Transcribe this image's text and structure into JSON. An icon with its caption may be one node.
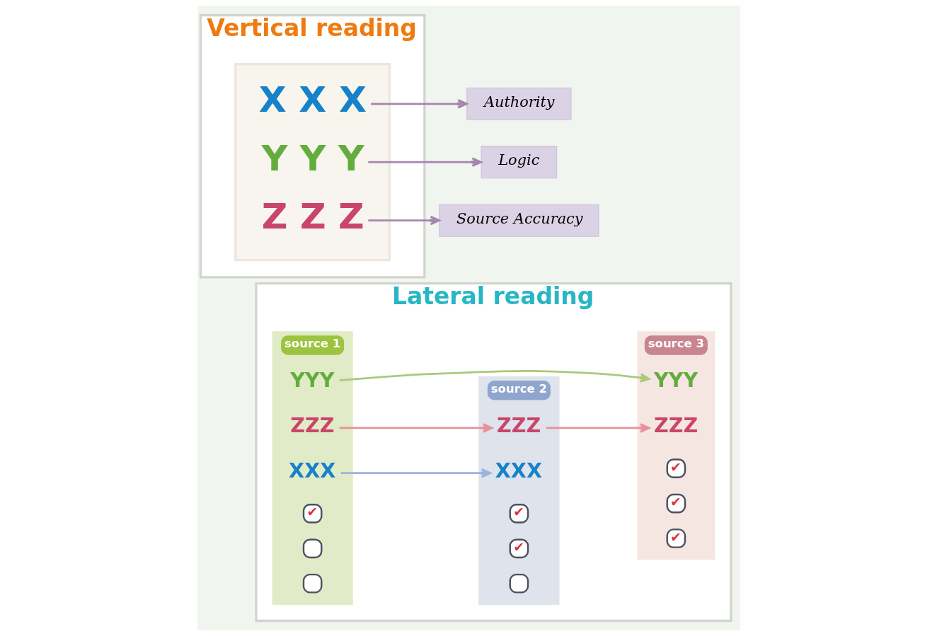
{
  "diagram": {
    "nodes": [
      {
        "text": [
          "Vertical reading"
        ]
      },
      {
        "text": [],
        "shape": "box",
        "in": 0
      },
      {
        "text": [
          "Authority"
        ]
      },
      {
        "text": [
          "X X X"
        ],
        "in": 1
      },
      {
        "text": [
          "Logic"
        ]
      },
      {
        "text": [
          "Y Y Y"
        ],
        "in": 1
      },
      {
        "text": [
          "Source Accuracy"
        ]
      },
      {
        "text": [
          "Z Z Z"
        ],
        "in": 1
      },
      {
        "text": [
          "Lateral reading"
        ]
      },
      {
        "text": [
          "source 1"
        ],
        "in": 8
      },
      {
        "text": [
          "XXX"
        ],
        "in": 9
      },
      {
        "text": [
          "YYY"
        ],
        "in": 9
      },
      {
        "text": [
          "ZZZ"
        ],
        "in": 9
      },
      {
        "text": [
          "✔"
        ],
        "in": 9
      },
      {
        "text": [],
        "shape": "box",
        "in": 9
      },
      {
        "text": [],
        "shape": "box",
        "in": 9
      },
      {
        "text": [
          "source 2"
        ],
        "in": 8
      },
      {
        "text": [
          "XXX"
        ],
        "in": 16
      },
      {
        "text": [
          "ZZZ"
        ],
        "in": 16
      },
      {
        "text": [
          "✔"
        ],
        "in": 16
      },
      {
        "text": [
          "✔"
        ],
        "in": 16
      },
      {
        "text": [],
        "shape": "box",
        "in": 16
      },
      {
        "text": [
          "source 3"
        ],
        "in": 8
      },
      {
        "text": [
          "YYY"
        ],
        "in": 22
      },
      {
        "text": [
          "ZZZ"
        ],
        "in": 22
      },
      {
        "text": [
          "✔"
        ],
        "in": 22
      },
      {
        "text": [
          "✔"
        ],
        "in": 22
      },
      {
        "text": [
          "✔"
        ],
        "in": 22
      }
    ],
    "edges": [
      {
        "from": 3,
        "to": 2,
        "arrow": "to"
      },
      {
        "from": 5,
        "to": 4,
        "arrow": "to"
      },
      {
        "from": 7,
        "to": 6,
        "arrow": "to"
      },
      {
        "from": 10,
        "to": 17,
        "arrow": "to",
        "color": "#9ab4dc"
      },
      {
        "from": 11,
        "to": 23,
        "arrow": "to",
        "color": "#a9c97c"
      },
      {
        "from": 12,
        "to": 18,
        "arrow": "to",
        "color": "#e8909c"
      },
      {
        "from": 18,
        "to": 24,
        "arrow": "to",
        "color": "#e8909c"
      }
    ]
  }
}
